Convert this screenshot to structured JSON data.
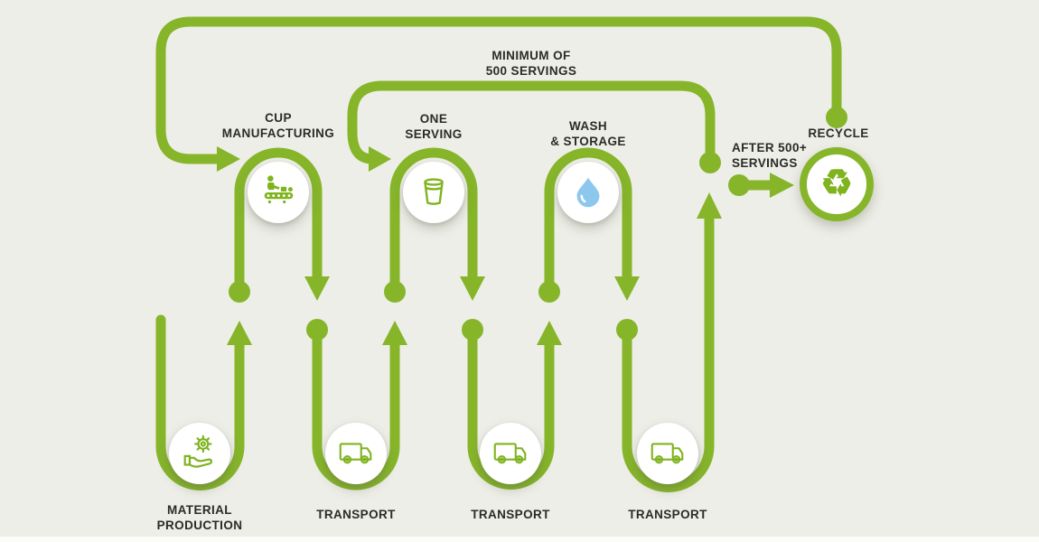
{
  "colors": {
    "background": "#EDEEE7",
    "accent_green": "#86B52A",
    "icon_green": "#7FB41F",
    "droplet_blue": "#8DC7EE",
    "text": "#2B2B28"
  },
  "loops": {
    "reuse": {
      "line1": "MINIMUM OF",
      "line2": "500 SERVINGS"
    },
    "recycle_branch": {
      "line1": "AFTER 500+",
      "line2": "SERVINGS"
    }
  },
  "stages": [
    {
      "id": "material-production",
      "line1": "MATERIAL",
      "line2": "PRODUCTION",
      "icon": "gear-hand-icon"
    },
    {
      "id": "cup-manufacturing",
      "line1": "CUP",
      "line2": "MANUFACTURING",
      "icon": "conveyor-worker-icon"
    },
    {
      "id": "transport-1",
      "line1": "TRANSPORT",
      "icon": "truck-icon"
    },
    {
      "id": "one-serving",
      "line1": "ONE",
      "line2": "SERVING",
      "icon": "cup-icon"
    },
    {
      "id": "transport-2",
      "line1": "TRANSPORT",
      "icon": "truck-icon"
    },
    {
      "id": "wash-storage",
      "line1": "WASH",
      "line2": "& STORAGE",
      "icon": "water-drop-icon"
    },
    {
      "id": "transport-3",
      "line1": "TRANSPORT",
      "icon": "truck-icon"
    },
    {
      "id": "recycle",
      "line1": "RECYCLE",
      "icon": "recycle-icon"
    }
  ],
  "icons": {
    "recycle_glyph": "♻"
  }
}
